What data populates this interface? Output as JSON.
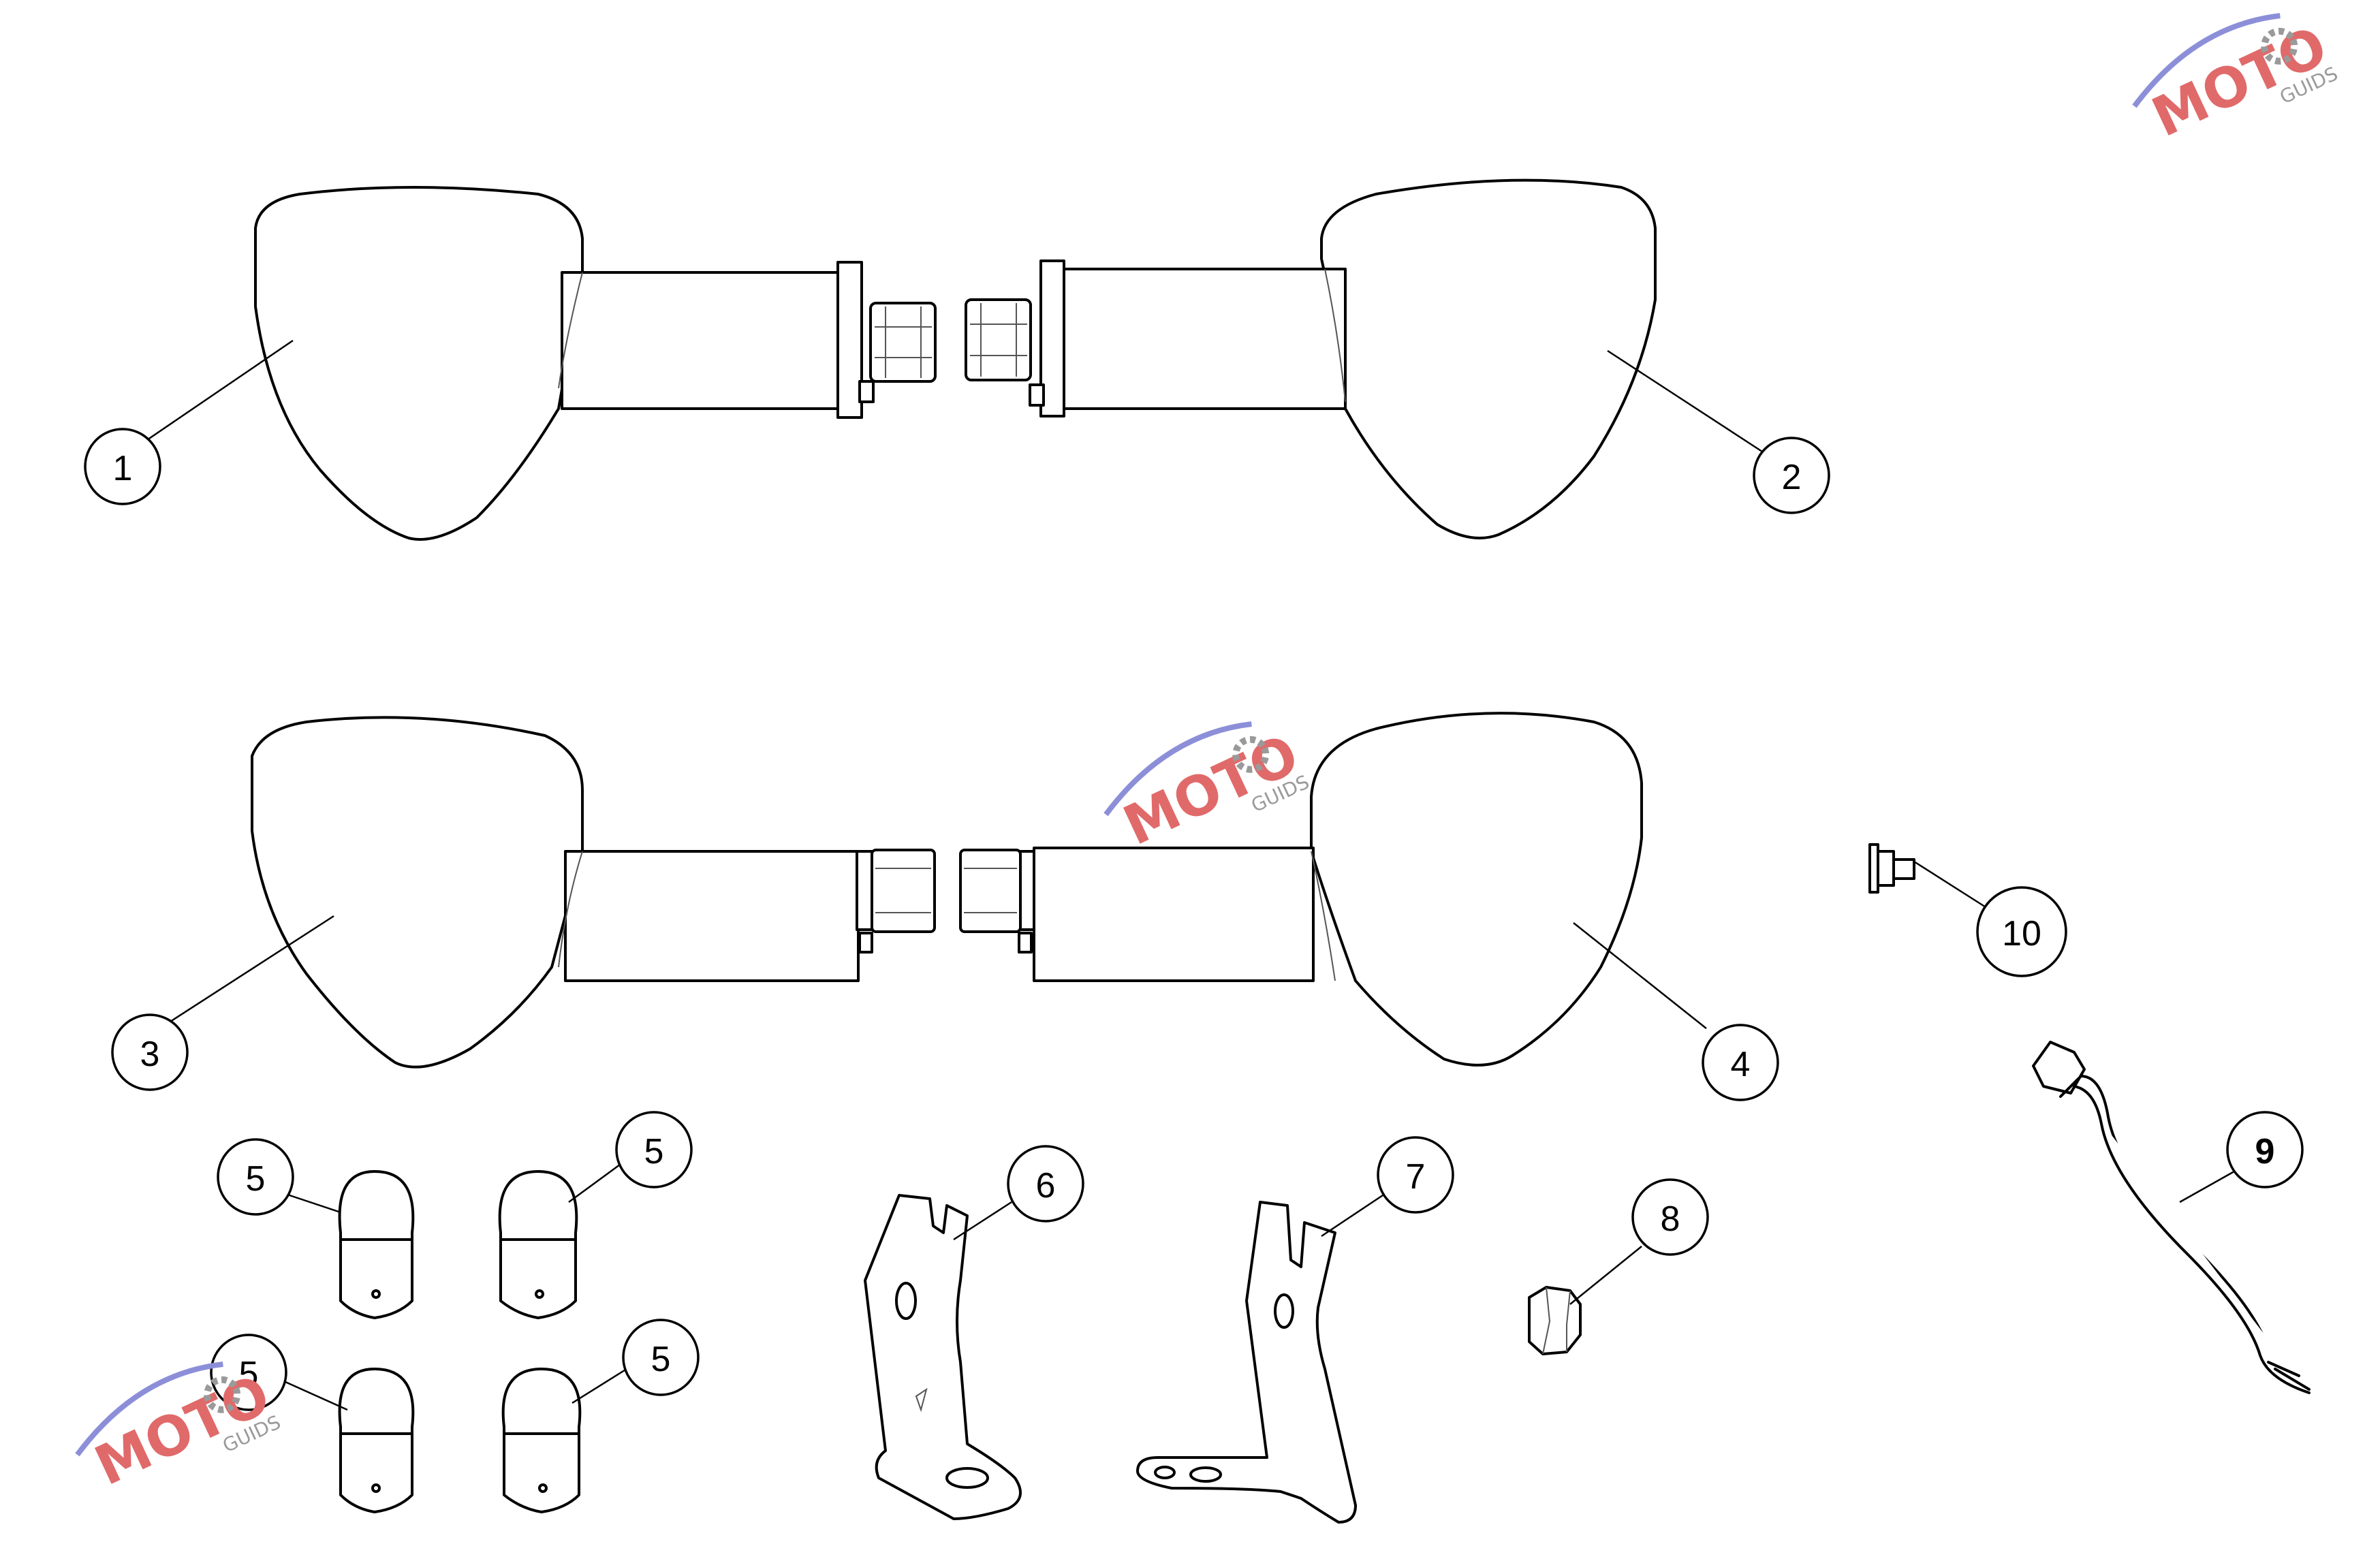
{
  "diagram": {
    "callouts": [
      {
        "id": "c1",
        "label": "1"
      },
      {
        "id": "c2",
        "label": "2"
      },
      {
        "id": "c3",
        "label": "3"
      },
      {
        "id": "c4",
        "label": "4"
      },
      {
        "id": "c5a",
        "label": "5"
      },
      {
        "id": "c5b",
        "label": "5"
      },
      {
        "id": "c5c",
        "label": "5"
      },
      {
        "id": "c5d",
        "label": "5"
      },
      {
        "id": "c6",
        "label": "6"
      },
      {
        "id": "c7",
        "label": "7"
      },
      {
        "id": "c8",
        "label": "8"
      },
      {
        "id": "c9",
        "label": "9"
      },
      {
        "id": "c10",
        "label": "10"
      }
    ]
  },
  "watermark": {
    "brand": "MOTO",
    "sub": "GUIDS",
    "colors": {
      "text": "#e06a6a",
      "swoosh": "#8c8fd8",
      "gear": "#9a9a9a"
    }
  },
  "colors": {
    "line": "#000000",
    "background": "#ffffff"
  }
}
